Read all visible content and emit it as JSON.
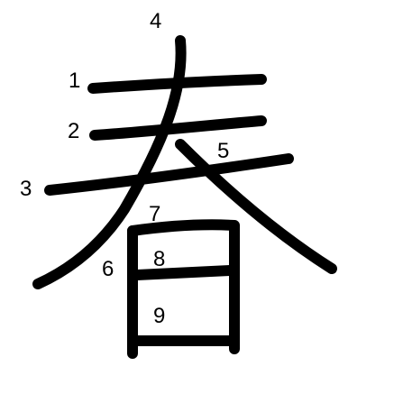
{
  "character": {
    "glyph": "春",
    "ink_color": "#000000",
    "background_color": "#ffffff",
    "stroke_count": 9,
    "strokes": [
      {
        "order": 1,
        "label": "1"
      },
      {
        "order": 2,
        "label": "2"
      },
      {
        "order": 3,
        "label": "3"
      },
      {
        "order": 4,
        "label": "4"
      },
      {
        "order": 5,
        "label": "5"
      },
      {
        "order": 6,
        "label": "6"
      },
      {
        "order": 7,
        "label": "7"
      },
      {
        "order": 8,
        "label": "8"
      },
      {
        "order": 9,
        "label": "9"
      }
    ]
  }
}
